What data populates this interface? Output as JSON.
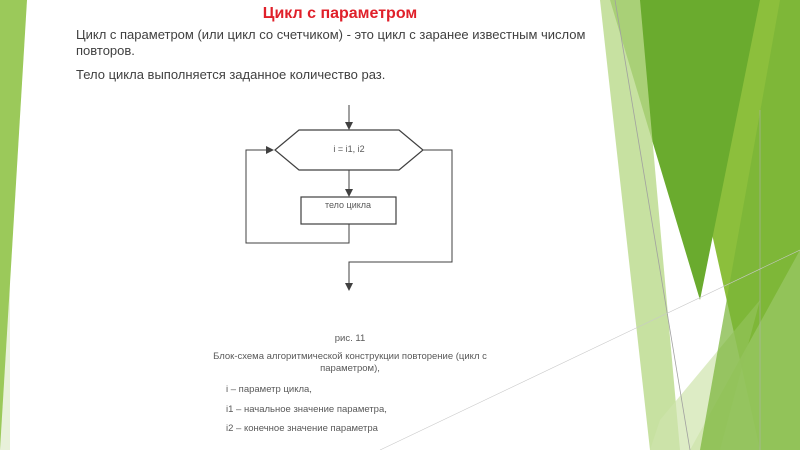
{
  "slide": {
    "title": "Цикл с параметром",
    "paragraphs": [
      "Цикл с параметром (или цикл со счетчиком) - это цикл с заранее известным числом повторов.",
      "Тело цикла выполняется заданное количество раз."
    ]
  },
  "diagram": {
    "nodes": [
      {
        "id": "loop-header",
        "shape": "hexagon",
        "label": "i = i1, i2"
      },
      {
        "id": "loop-body",
        "shape": "rectangle",
        "label": "тело цикла"
      }
    ],
    "edges": [
      {
        "from": "entry",
        "to": "loop-header"
      },
      {
        "from": "loop-header",
        "to": "loop-body"
      },
      {
        "from": "loop-body",
        "to": "loop-header",
        "kind": "loop-back"
      },
      {
        "from": "loop-header",
        "to": "exit",
        "kind": "loop-exit"
      }
    ]
  },
  "caption": {
    "number": "рис. 11",
    "text": "Блок-схема алгоритмической конструкции повторение (цикл с параметром),",
    "legend": [
      "i – параметр цикла,",
      "i1 – начальное значение параметра,",
      "i2 – конечное значение параметра"
    ]
  },
  "colors": {
    "title": "#e0202a",
    "text": "#404040",
    "lines": "#404040",
    "green_dark": "#6aab2e",
    "green_light": "#b9d98a"
  }
}
